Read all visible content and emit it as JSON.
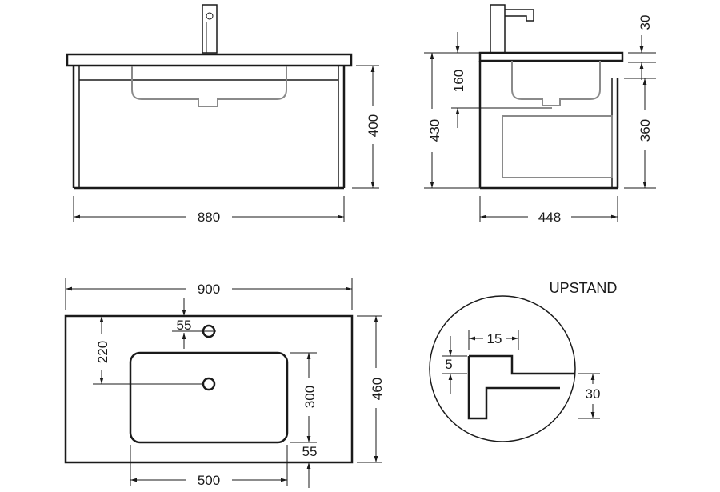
{
  "front_view": {
    "width_label": "880",
    "height_label": "400"
  },
  "side_view": {
    "depth_label": "448",
    "total_height_label": "430",
    "basin_depth_label": "160",
    "tap_height_label": "30",
    "cabinet_height_label": "360"
  },
  "top_view": {
    "width_label": "900",
    "depth_label": "460",
    "tap_hole_offset_label": "55",
    "waste_offset_label": "220",
    "basin_depth_label": "300",
    "basin_width_label": "500",
    "front_lip_label": "55"
  },
  "upstand_detail": {
    "title": "UPSTAND",
    "thickness_label": "15",
    "step_label": "5",
    "height_label": "30"
  }
}
